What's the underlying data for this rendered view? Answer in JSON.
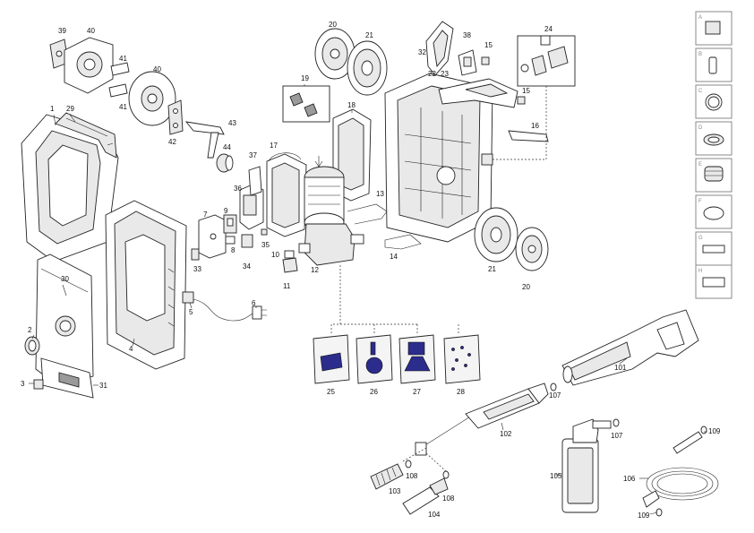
{
  "part_numbers": [
    "1",
    "2",
    "3",
    "4",
    "5",
    "6",
    "7",
    "8",
    "9",
    "10",
    "11",
    "12",
    "13",
    "14",
    "15",
    "16",
    "17",
    "18",
    "19",
    "20",
    "21",
    "22",
    "23",
    "24",
    "25",
    "26",
    "27",
    "28",
    "29",
    "30",
    "31",
    "32",
    "33",
    "34",
    "35",
    "36",
    "37",
    "38",
    "39",
    "40",
    "41",
    "42",
    "43",
    "44",
    "101",
    "102",
    "103",
    "104",
    "105",
    "106",
    "107",
    "108",
    "109"
  ],
  "sidebar": {
    "items": [
      {
        "letter": "A",
        "icon": "carbon-brush-holder-icon"
      },
      {
        "letter": "B",
        "icon": "capacitor-icon"
      },
      {
        "letter": "C",
        "icon": "o-ring-large-icon"
      },
      {
        "letter": "D",
        "icon": "seal-ring-icon"
      },
      {
        "letter": "E",
        "icon": "piston-seal-icon"
      },
      {
        "letter": "F",
        "icon": "o-ring-thin-icon"
      },
      {
        "letter": "G",
        "icon": "valve-plate-icon"
      },
      {
        "letter": "H",
        "icon": "spacer-plate-icon"
      }
    ]
  },
  "colors": {
    "line": "#222222",
    "accent_blue": "#2c2c8c",
    "sidebar_border": "#888888"
  }
}
